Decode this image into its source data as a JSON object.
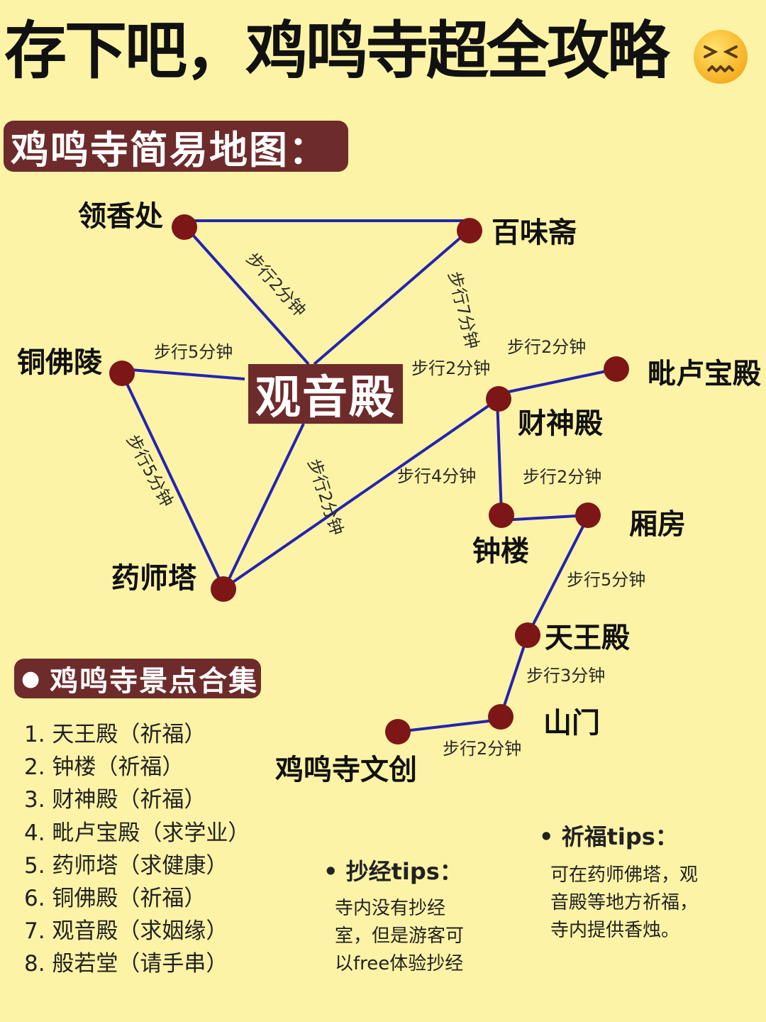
{
  "title": "存下吧，鸡鸣寺超全攻略",
  "map_section_title": "鸡鸣寺简易地图：",
  "center_label": "观音殿",
  "places": {
    "lingxiang": "领香处",
    "baiwei": "百味斋",
    "tongfo": "铜佛陵",
    "pilu": "毗卢宝殿",
    "caishen": "财神殿",
    "yaoshi": "药师塔",
    "zhonglou": "钟楼",
    "xiangfang": "厢房",
    "tianwang": "天王殿",
    "shanmen": "山门",
    "wenchuang": "鸡鸣寺文创"
  },
  "walks": {
    "lingxiang_guanyin": "步行2分钟",
    "baiwei_guanyin": "步行7分钟",
    "tongfo_guanyin": "步行5分钟",
    "tongfo_yaoshi": "步行5分钟",
    "guanyin_yaoshi": "步行2分钟",
    "yaoshi_caishen": "步行4分钟",
    "guanyin_caishen": "步行2分钟",
    "caishen_pilu": "步行2分钟",
    "caishen_zhonglou": "步行2分钟",
    "xiangfang_tianwang": "步行5分钟",
    "tianwang_shanmen": "步行3分钟",
    "shanmen_wenchuang": "步行2分钟"
  },
  "spots_section_title": "鸡鸣寺景点合集",
  "spots": [
    "1. 天王殿（祈福）",
    "2. 钟楼（祈福）",
    "3. 财神殿（祈福）",
    "4. 毗卢宝殿（求学业）",
    "5. 药师塔（求健康）",
    "6. 铜佛殿（祈福）",
    "7. 观音殿（求姻缘）",
    "8. 般若堂（请手串）"
  ],
  "tips": {
    "copy_title": "• 抄经tips：",
    "copy_body": "寺内没有抄经室，但是游客可以free体验抄经",
    "pray_title": "• 祈福tips：",
    "pray_body": "可在药师佛塔，观音殿等地方祈福，寺内提供香烛。"
  },
  "colors": {
    "background": "#fdf3a6",
    "label_fill": "#6e2b2b",
    "node": "#7d1616",
    "edge": "#2424b0"
  },
  "icons": {
    "title_emoji": "confounded-face-icon"
  }
}
